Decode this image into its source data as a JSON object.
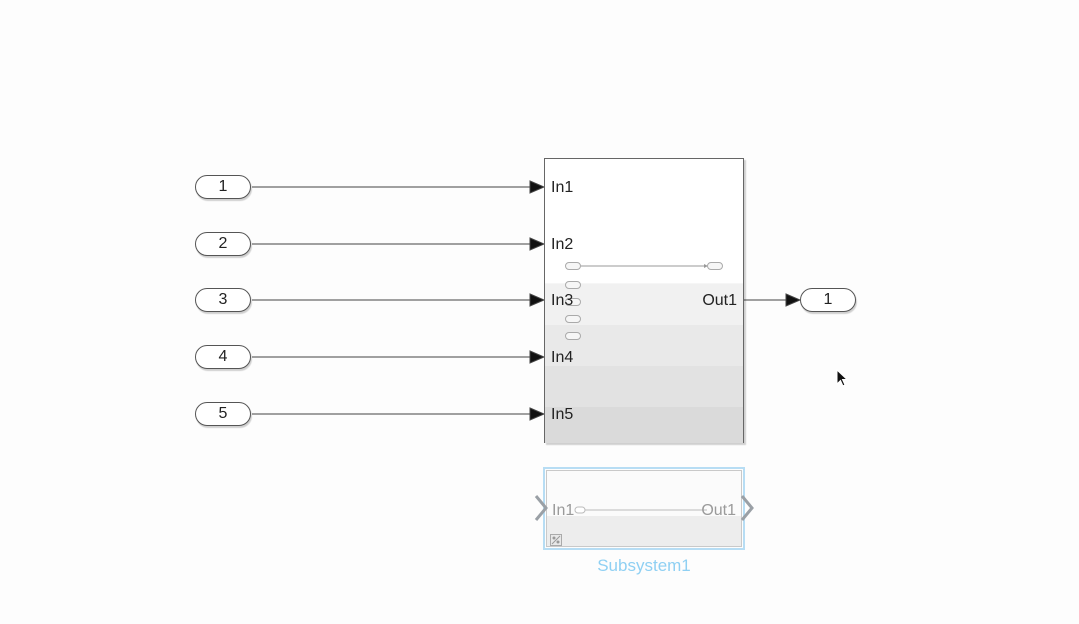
{
  "model": {
    "inports": [
      {
        "label": "1"
      },
      {
        "label": "2"
      },
      {
        "label": "3"
      },
      {
        "label": "4"
      },
      {
        "label": "5"
      }
    ],
    "subsystem": {
      "inputs": [
        "In1",
        "In2",
        "In3",
        "In4",
        "In5"
      ],
      "output": "Out1"
    },
    "outport": {
      "label": "1"
    },
    "subsystem1": {
      "input": "In1",
      "output": "Out1",
      "name": "Subsystem1"
    }
  },
  "colors": {
    "selection": "#b7ddf4",
    "selection_text": "#8fd0f3",
    "line": "#444444"
  },
  "icons": [
    "arrow-cursor-icon",
    "subsystem-badge-icon"
  ]
}
